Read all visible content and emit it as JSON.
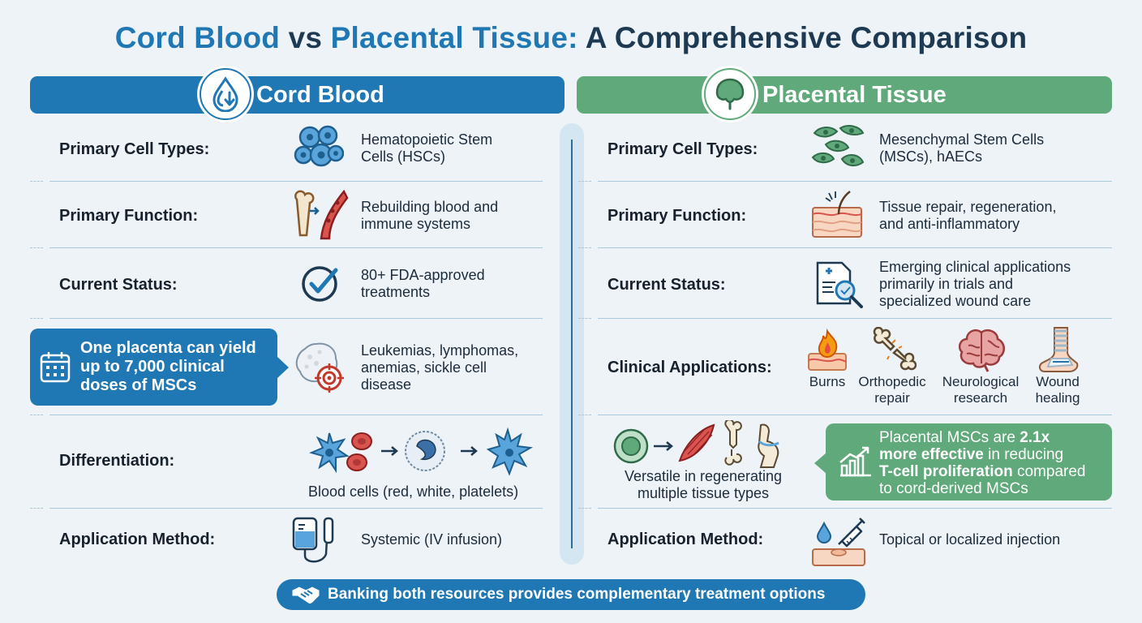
{
  "title": {
    "part1": "Cord Blood",
    "part2": " vs ",
    "part3": "Placental Tissue:",
    "part4": " A Comprehensive Comparison"
  },
  "left": {
    "header": "Cord Blood",
    "header_icon": "blood-drop-icon",
    "rows": {
      "cell_types": {
        "label": "Primary Cell Types:",
        "line1": "Hematopoietic Stem",
        "line2": "Cells (HSCs)"
      },
      "function": {
        "label": "Primary Function:",
        "line1": "Rebuilding blood and",
        "line2": "immune systems"
      },
      "status": {
        "label": "Current Status:",
        "line1": "80+ FDA-approved",
        "line2": "treatments"
      },
      "applications": {
        "line1": "Leukemias, lymphomas,",
        "line2": "anemias, sickle cell",
        "line3": "disease"
      },
      "differentiation": {
        "label": "Differentiation:",
        "caption": "Blood cells (red, white, platelets)"
      },
      "method": {
        "label": "Application Method:",
        "text": "Systemic (IV infusion)"
      }
    },
    "callout": {
      "line1": "One placenta can yield",
      "line2": "up to 7,000 clinical",
      "line3": "doses of MSCs"
    }
  },
  "right": {
    "header": "Placental Tissue",
    "header_icon": "placenta-tree-icon",
    "rows": {
      "cell_types": {
        "label": "Primary Cell Types:",
        "line1": "Mesenchymal Stem Cells",
        "line2": "(MSCs), hAECs"
      },
      "function": {
        "label": "Primary Function:",
        "line1": "Tissue repair, regeneration,",
        "line2": "and anti-inflammatory"
      },
      "status": {
        "label": "Current Status:",
        "line1": "Emerging clinical applications",
        "line2": "primarily in trials and",
        "line3": "specialized wound care"
      },
      "applications": {
        "label": "Clinical Applications:",
        "items": [
          {
            "line1": "Burns",
            "line2": ""
          },
          {
            "line1": "Orthopedic",
            "line2": "repair"
          },
          {
            "line1": "Neurological",
            "line2": "research"
          },
          {
            "line1": "Wound",
            "line2": "healing"
          }
        ]
      },
      "differentiation": {
        "line1": "Versatile in regenerating",
        "line2": "multiple tissue types"
      },
      "method": {
        "label": "Application Method:",
        "text": "Topical or localized injection"
      }
    },
    "callout": {
      "l1a": "Placental MSCs are ",
      "l1b": "2.1x",
      "l2a": "more effective",
      "l2b": " in reducing",
      "l3a": "T-cell proliferation",
      "l3b": " compared",
      "l4": "to cord-derived MSCs"
    }
  },
  "footer": {
    "text": "Banking both resources provides complementary treatment options",
    "icon": "handshake-icon"
  },
  "colors": {
    "blue": "#1f78b4",
    "green": "#5fa97b",
    "navy": "#1e3a52",
    "background": "#eef3f8"
  }
}
